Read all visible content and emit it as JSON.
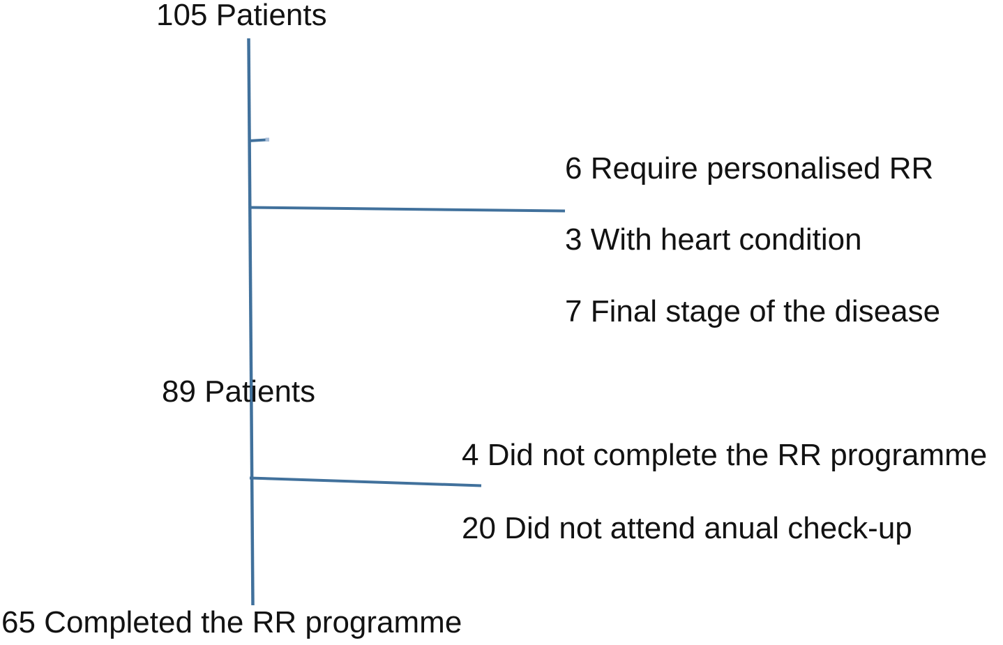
{
  "diagram": {
    "type": "patient-flow",
    "line_color": "#41719C",
    "text_color": "#121212",
    "background_color": "#ffffff",
    "nodes": {
      "start": "105 Patients",
      "mid": "89 Patients",
      "end": "65 Completed the RR programme"
    },
    "exclusions_first": [
      "6 Require personalised RR",
      "3 With heart condition",
      "7 Final stage of the disease"
    ],
    "exclusions_second": [
      "4 Did not complete the RR programme",
      "20 Did not attend anual check-up"
    ],
    "counts": {
      "start": 105,
      "excluded_require_personalised_rr": 6,
      "excluded_heart_condition": 3,
      "excluded_final_stage": 7,
      "mid": 89,
      "did_not_complete_programme": 4,
      "did_not_attend_checkup": 20,
      "completed": 65
    }
  }
}
